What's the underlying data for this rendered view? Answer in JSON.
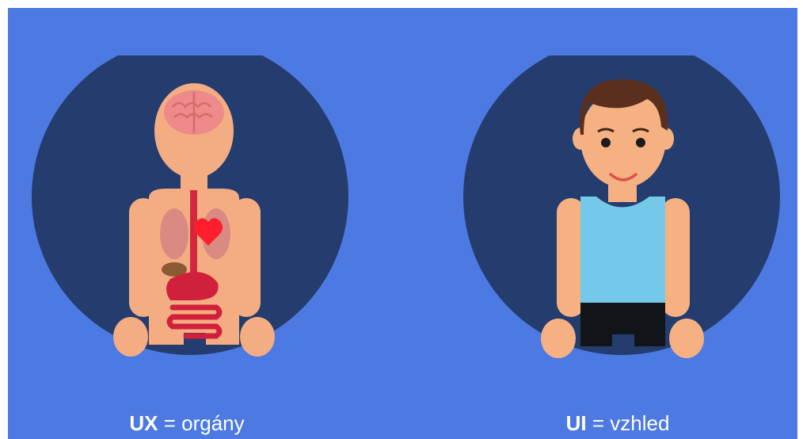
{
  "colors": {
    "background": "#4c7ae2",
    "circle": "#253d6e",
    "skin": "#f6b183",
    "organ_skin": "#f4ad82",
    "shirt": "#74c8ea",
    "shorts": "#111418",
    "hair": "#5a2f1e",
    "caption_text": "#ffffff"
  },
  "captions": [
    {
      "term": "UX",
      "equals": " = ",
      "meaning": "orgány"
    },
    {
      "term": "UI",
      "equals": " = ",
      "meaning": "vzhled"
    }
  ]
}
